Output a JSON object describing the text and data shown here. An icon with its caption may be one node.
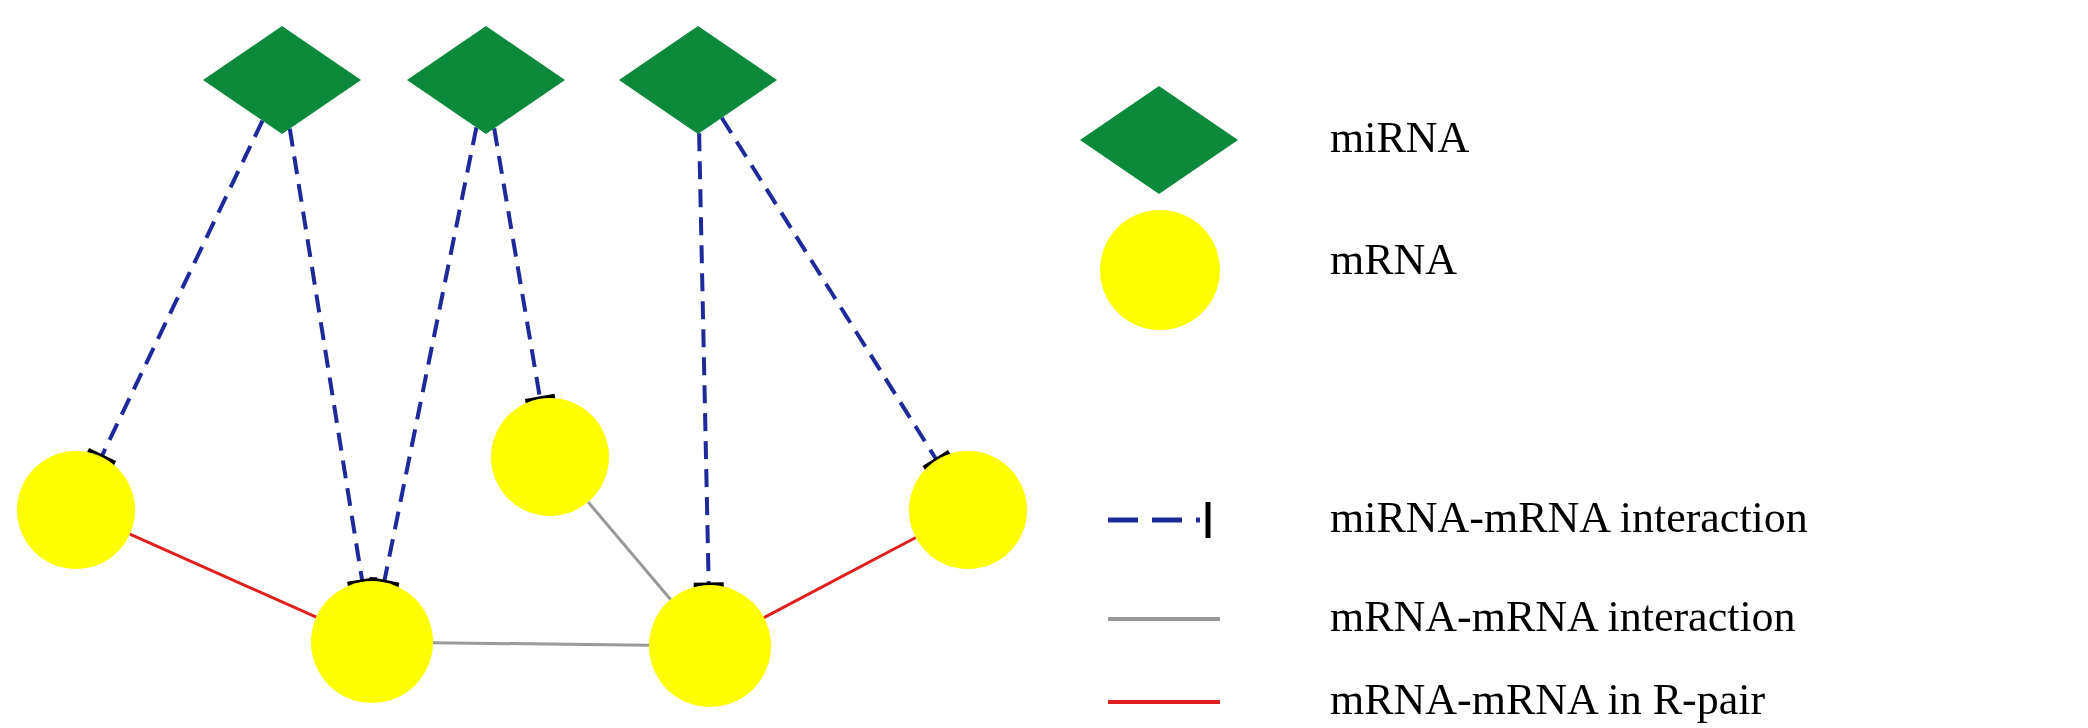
{
  "diagram": {
    "nodes": [
      {
        "text": [],
        "shape": "diamond"
      },
      {
        "text": [],
        "shape": "diamond"
      },
      {
        "text": [],
        "shape": "diamond"
      },
      {
        "text": [],
        "shape": "circle"
      },
      {
        "text": [],
        "shape": "circle"
      },
      {
        "text": [],
        "shape": "circle"
      },
      {
        "text": [],
        "shape": "circle"
      },
      {
        "text": [],
        "shape": "circle"
      }
    ],
    "edges": [
      {
        "from": 0,
        "to": 3,
        "arrow": "other",
        "style": "dashed",
        "color": "#1f2a9a"
      },
      {
        "from": 0,
        "to": 4,
        "arrow": "other",
        "style": "dashed",
        "color": "#1f2a9a"
      },
      {
        "from": 1,
        "to": 4,
        "arrow": "other",
        "style": "dashed",
        "color": "#1f2a9a"
      },
      {
        "from": 1,
        "to": 5,
        "arrow": "other",
        "style": "dashed",
        "color": "#1f2a9a"
      },
      {
        "from": 2,
        "to": 6,
        "arrow": "other",
        "style": "dashed",
        "color": "#1f2a9a"
      },
      {
        "from": 2,
        "to": 7,
        "arrow": "other",
        "style": "dashed",
        "color": "#1f2a9a"
      },
      {
        "from": 3,
        "to": 4,
        "arrow": "none",
        "color": "#e0201e"
      },
      {
        "from": 4,
        "to": 6,
        "arrow": "none",
        "color": "#999999"
      },
      {
        "from": 5,
        "to": 6,
        "arrow": "none",
        "color": "#999999"
      },
      {
        "from": 6,
        "to": 7,
        "arrow": "none",
        "color": "#e0201e"
      }
    ],
    "legend": [
      {
        "text": "miRNA"
      },
      {
        "text": "mRNA"
      },
      {
        "text": "miRNA-mRNA interaction"
      },
      {
        "text": "mRNA-mRNA interaction"
      },
      {
        "text": "mRNA-mRNA in R-pair"
      }
    ]
  }
}
